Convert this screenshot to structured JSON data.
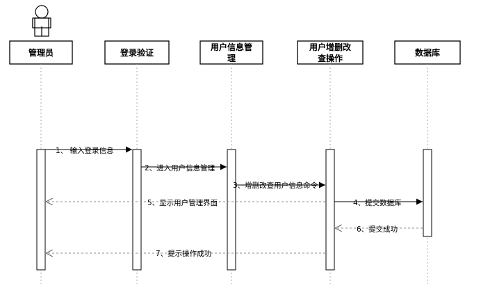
{
  "diagram": {
    "type": "sequence",
    "actor": {
      "icon": "stick-figure-icon",
      "participant": "admin"
    },
    "participants": [
      {
        "id": "admin",
        "label_lines": [
          "管理员"
        ]
      },
      {
        "id": "login",
        "label_lines": [
          "登录验证"
        ]
      },
      {
        "id": "usermgmt",
        "label_lines": [
          "用户信息管",
          "理"
        ]
      },
      {
        "id": "crud",
        "label_lines": [
          "用户增删改",
          "查操作"
        ]
      },
      {
        "id": "db",
        "label_lines": [
          "数据库"
        ]
      }
    ],
    "messages": [
      {
        "num": "1",
        "text": "1、 输入登录信息",
        "from": "admin",
        "to": "login",
        "kind": "sync"
      },
      {
        "num": "2",
        "text": "2、进入用户信息管理",
        "from": "login",
        "to": "usermgmt",
        "kind": "sync"
      },
      {
        "num": "3",
        "text": "3、增删改查用户信息命令",
        "from": "usermgmt",
        "to": "crud",
        "kind": "sync"
      },
      {
        "num": "4",
        "text": "4、提交数据库",
        "from": "crud",
        "to": "db",
        "kind": "sync"
      },
      {
        "num": "5",
        "text": "5、显示用户管理界面",
        "from": "crud",
        "to": "admin",
        "kind": "return"
      },
      {
        "num": "6",
        "text": "6、提交成功",
        "from": "db",
        "to": "crud",
        "kind": "return"
      },
      {
        "num": "7",
        "text": "7、提示操作成功",
        "from": "crud",
        "to": "admin",
        "kind": "return"
      }
    ],
    "colors": {
      "line": "#000000",
      "dashed": "#8c8c8c",
      "box_fill": "#ffffff"
    }
  }
}
